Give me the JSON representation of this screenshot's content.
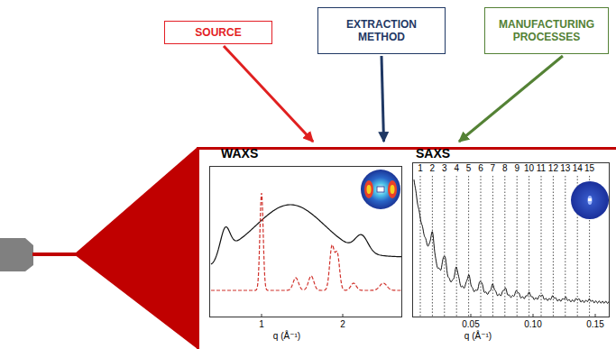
{
  "diagram": {
    "nodes": [
      {
        "text": [
          "SOURCE"
        ]
      },
      {
        "text": [
          "EXTRACTION METHOD"
        ]
      },
      {
        "text": [
          "MANUFACTURING PROCESSES"
        ]
      },
      {
        "text": [
          "WAXS"
        ]
      },
      {
        "text": [
          "SAXS"
        ]
      }
    ],
    "edges": [
      {
        "from": 0,
        "to": 3,
        "arrow": "to"
      },
      {
        "from": 1,
        "to": 3,
        "arrow": "to"
      },
      {
        "from": 2,
        "to": 4,
        "arrow": "to"
      }
    ],
    "labels": [
      "1",
      "2",
      "q (Å⁻¹)",
      "1",
      "2",
      "3",
      "4",
      "5",
      "6",
      "7",
      "8",
      "9",
      "10",
      "11",
      "12",
      "13",
      "14",
      "15",
      "0.05",
      "0.10",
      "0.15",
      "q (Å⁻¹)"
    ]
  }
}
